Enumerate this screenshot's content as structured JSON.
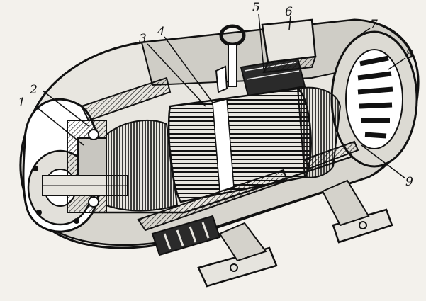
{
  "figure": {
    "labels": [
      {
        "id": "1",
        "text": "1"
      },
      {
        "id": "2",
        "text": "2"
      },
      {
        "id": "3",
        "text": "3"
      },
      {
        "id": "4",
        "text": "4"
      },
      {
        "id": "5",
        "text": "5"
      },
      {
        "id": "6",
        "text": "6"
      },
      {
        "id": "7",
        "text": "7"
      },
      {
        "id": "8",
        "text": "8"
      },
      {
        "id": "9",
        "text": "9"
      }
    ]
  },
  "colors": {
    "ink": "#111111",
    "paper": "#f3f1ec",
    "shade": "#6b6b6b",
    "dark": "#2a2a2a"
  }
}
